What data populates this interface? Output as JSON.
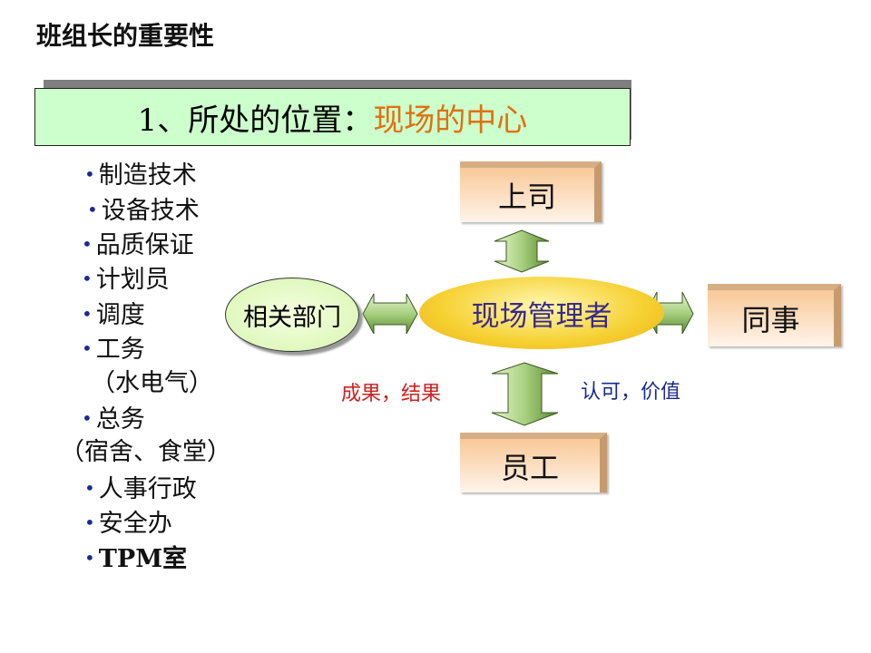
{
  "heading": "班组长的重要性",
  "banner": {
    "prefix": "1、所处的位置：",
    "highlight": "现场的中心"
  },
  "departments": [
    {
      "bullet": true,
      "text": "制造技术"
    },
    {
      "bullet": true,
      "text": "设备技术"
    },
    {
      "bullet": true,
      "text": "品质保证"
    },
    {
      "bullet": true,
      "text": "计划员"
    },
    {
      "bullet": true,
      "text": "调度"
    },
    {
      "bullet": true,
      "text": "工务"
    },
    {
      "bullet": false,
      "text": "（水电气）"
    },
    {
      "bullet": true,
      "text": "总务"
    },
    {
      "bullet": false,
      "text": "（宿舍、食堂）"
    },
    {
      "bullet": true,
      "text": "人事行政"
    },
    {
      "bullet": true,
      "text": "安全办"
    },
    {
      "bullet": true,
      "text": "TPM室"
    }
  ],
  "diagram": {
    "center": "现场管理者",
    "top": "上司",
    "right": "同事",
    "bottom": "员工",
    "left": "相关部门",
    "label_left": "成果，结果",
    "label_right": "认可，价值",
    "colors": {
      "label_left": "#d02020",
      "label_right": "#1a2a90",
      "arrow": "#7fb050"
    }
  }
}
